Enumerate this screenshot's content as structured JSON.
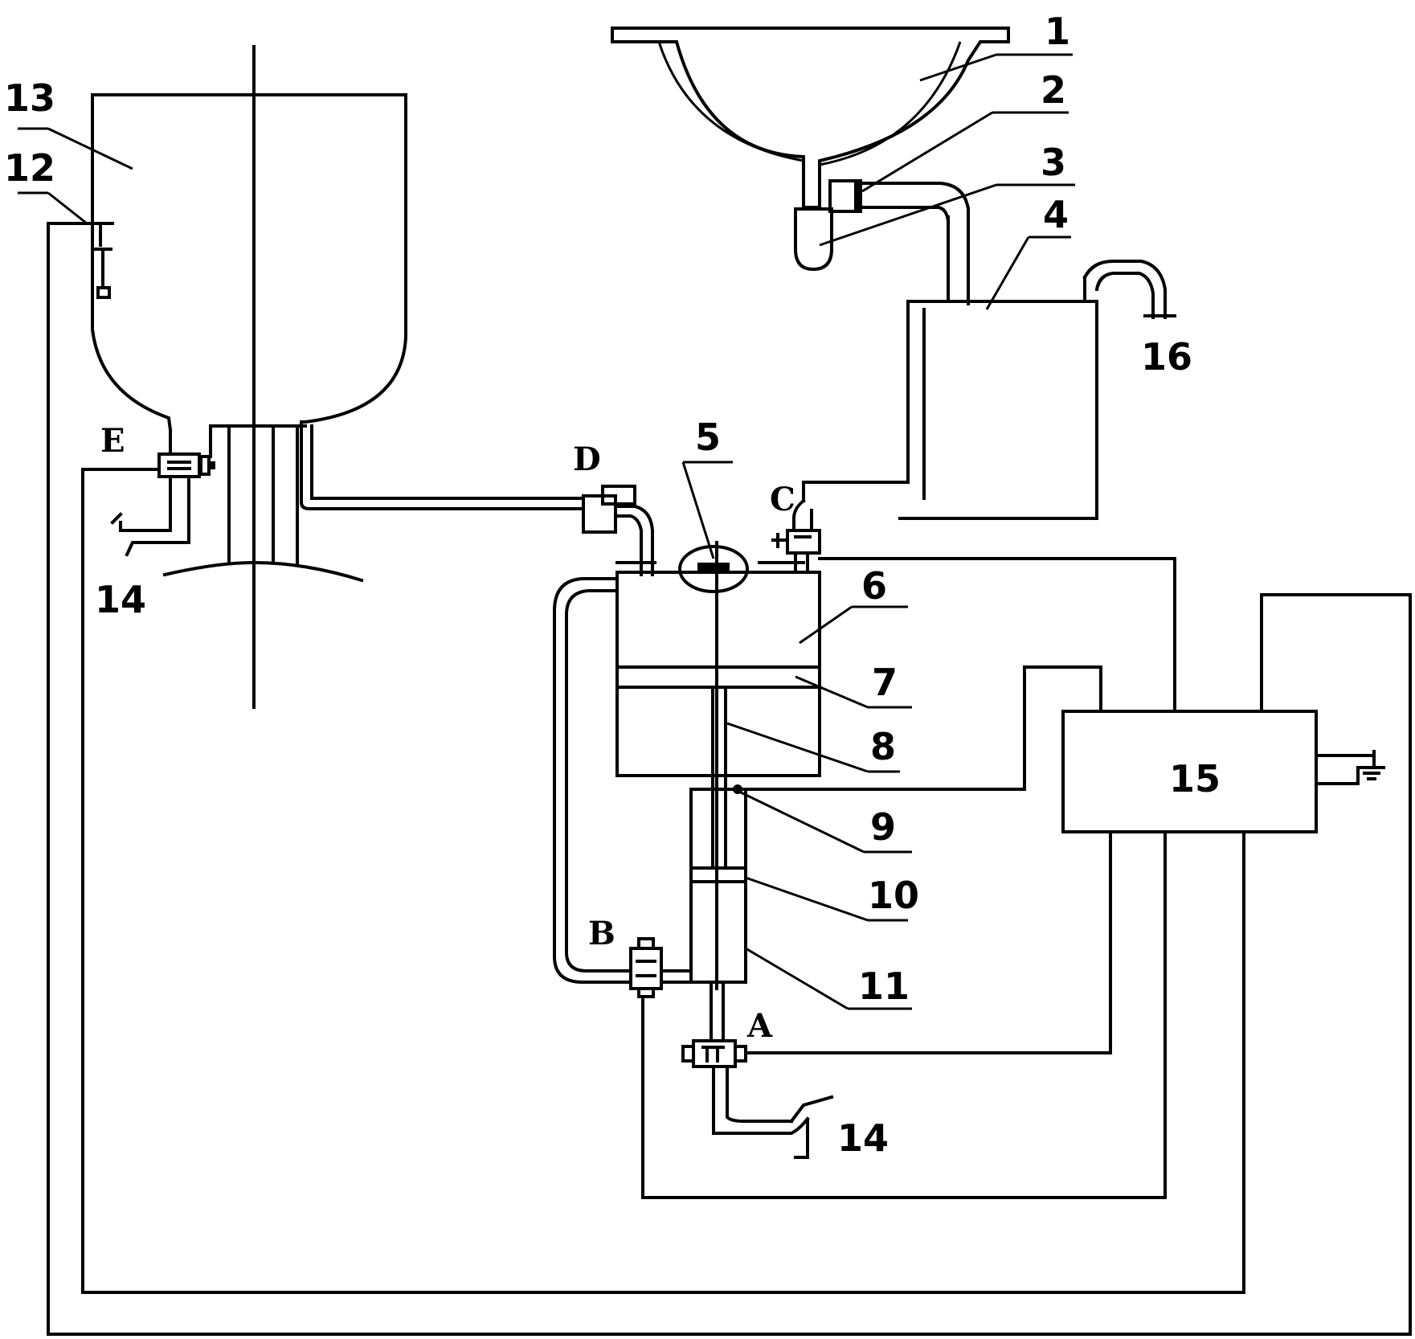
{
  "labels": {
    "n1": "1",
    "n2": "2",
    "n3": "3",
    "n4": "4",
    "n5": "5",
    "n6": "6",
    "n7": "7",
    "n8": "8",
    "n9": "9",
    "n10": "10",
    "n11": "11",
    "n12": "12",
    "n13": "13",
    "n14a": "14",
    "n14b": "14",
    "n15": "15",
    "n16": "16"
  },
  "valves": {
    "A": "A",
    "B": "B",
    "C": "C",
    "D": "D",
    "E": "E"
  }
}
